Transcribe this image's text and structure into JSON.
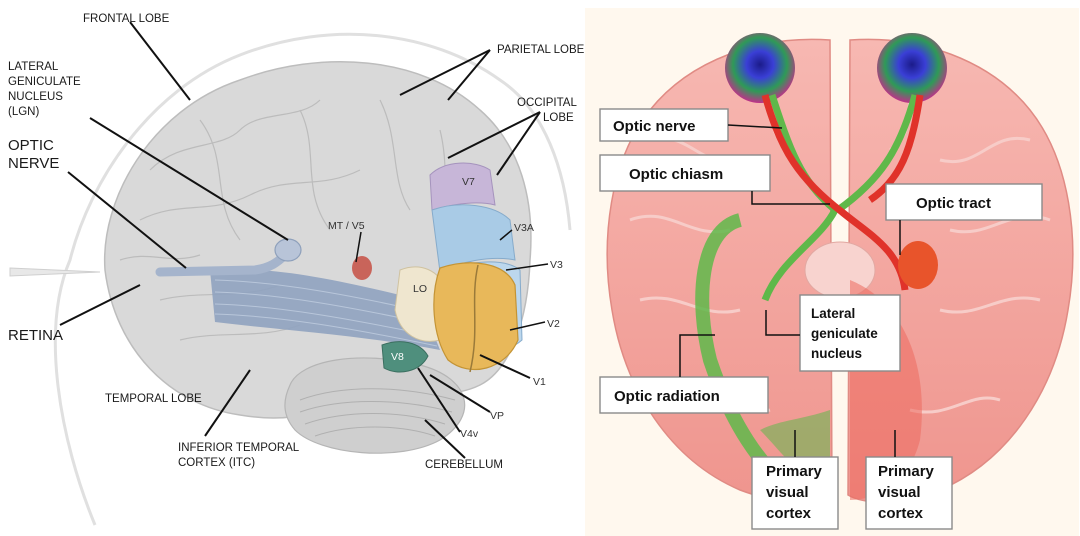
{
  "left_panel": {
    "labels": {
      "frontal_lobe": "FRONTAL LOBE",
      "parietal_lobe": "PARIETAL LOBE",
      "lgn_line1": "LATERAL",
      "lgn_line2": "GENICULATE",
      "lgn_line3": "NUCLEUS",
      "lgn_line4": "(LGN)",
      "occipital_line1": "OCCIPITAL",
      "occipital_line2": "LOBE",
      "optic_nerve_line1": "OPTIC",
      "optic_nerve_line2": "NERVE",
      "retina": "RETINA",
      "temporal_lobe": "TEMPORAL LOBE",
      "itc_line1": "INFERIOR TEMPORAL",
      "itc_line2": "CORTEX (ITC)",
      "cerebellum": "CEREBELLUM",
      "mt_v5": "MT / V5",
      "v7": "V7",
      "v3a": "V3A",
      "v3": "V3",
      "lo": "LO",
      "v2": "V2",
      "v1": "V1",
      "v8": "V8",
      "vp": "VP",
      "v4v": "V4v"
    },
    "colors": {
      "brain": "#d9d9d9",
      "pathway": "#8fa2bf",
      "v1": "#e8b85a",
      "v2v3": "#a9cbe6",
      "v7": "#c7b6d8",
      "v8": "#4f8f7d",
      "mt": "#c9645a",
      "lo": "#efe6cf"
    }
  },
  "right_panel": {
    "labels": {
      "optic_nerve": "Optic nerve",
      "optic_chiasm": "Optic chiasm",
      "optic_tract": "Optic tract",
      "lgn_line1": "Lateral",
      "lgn_line2": "geniculate",
      "lgn_line3": "nucleus",
      "optic_radiation": "Optic radiation",
      "pvc_left_line1": "Primary",
      "pvc_left_line2": "visual",
      "pvc_left_line3": "cortex",
      "pvc_right_line1": "Primary",
      "pvc_right_line2": "visual",
      "pvc_right_line3": "cortex"
    },
    "colors": {
      "brain": "#f3a9a4",
      "green_pathway": "#5fb84a",
      "red_pathway": "#e0322a",
      "eye_blue": "#2a40c8",
      "eye_magenta": "#c0308a"
    }
  }
}
